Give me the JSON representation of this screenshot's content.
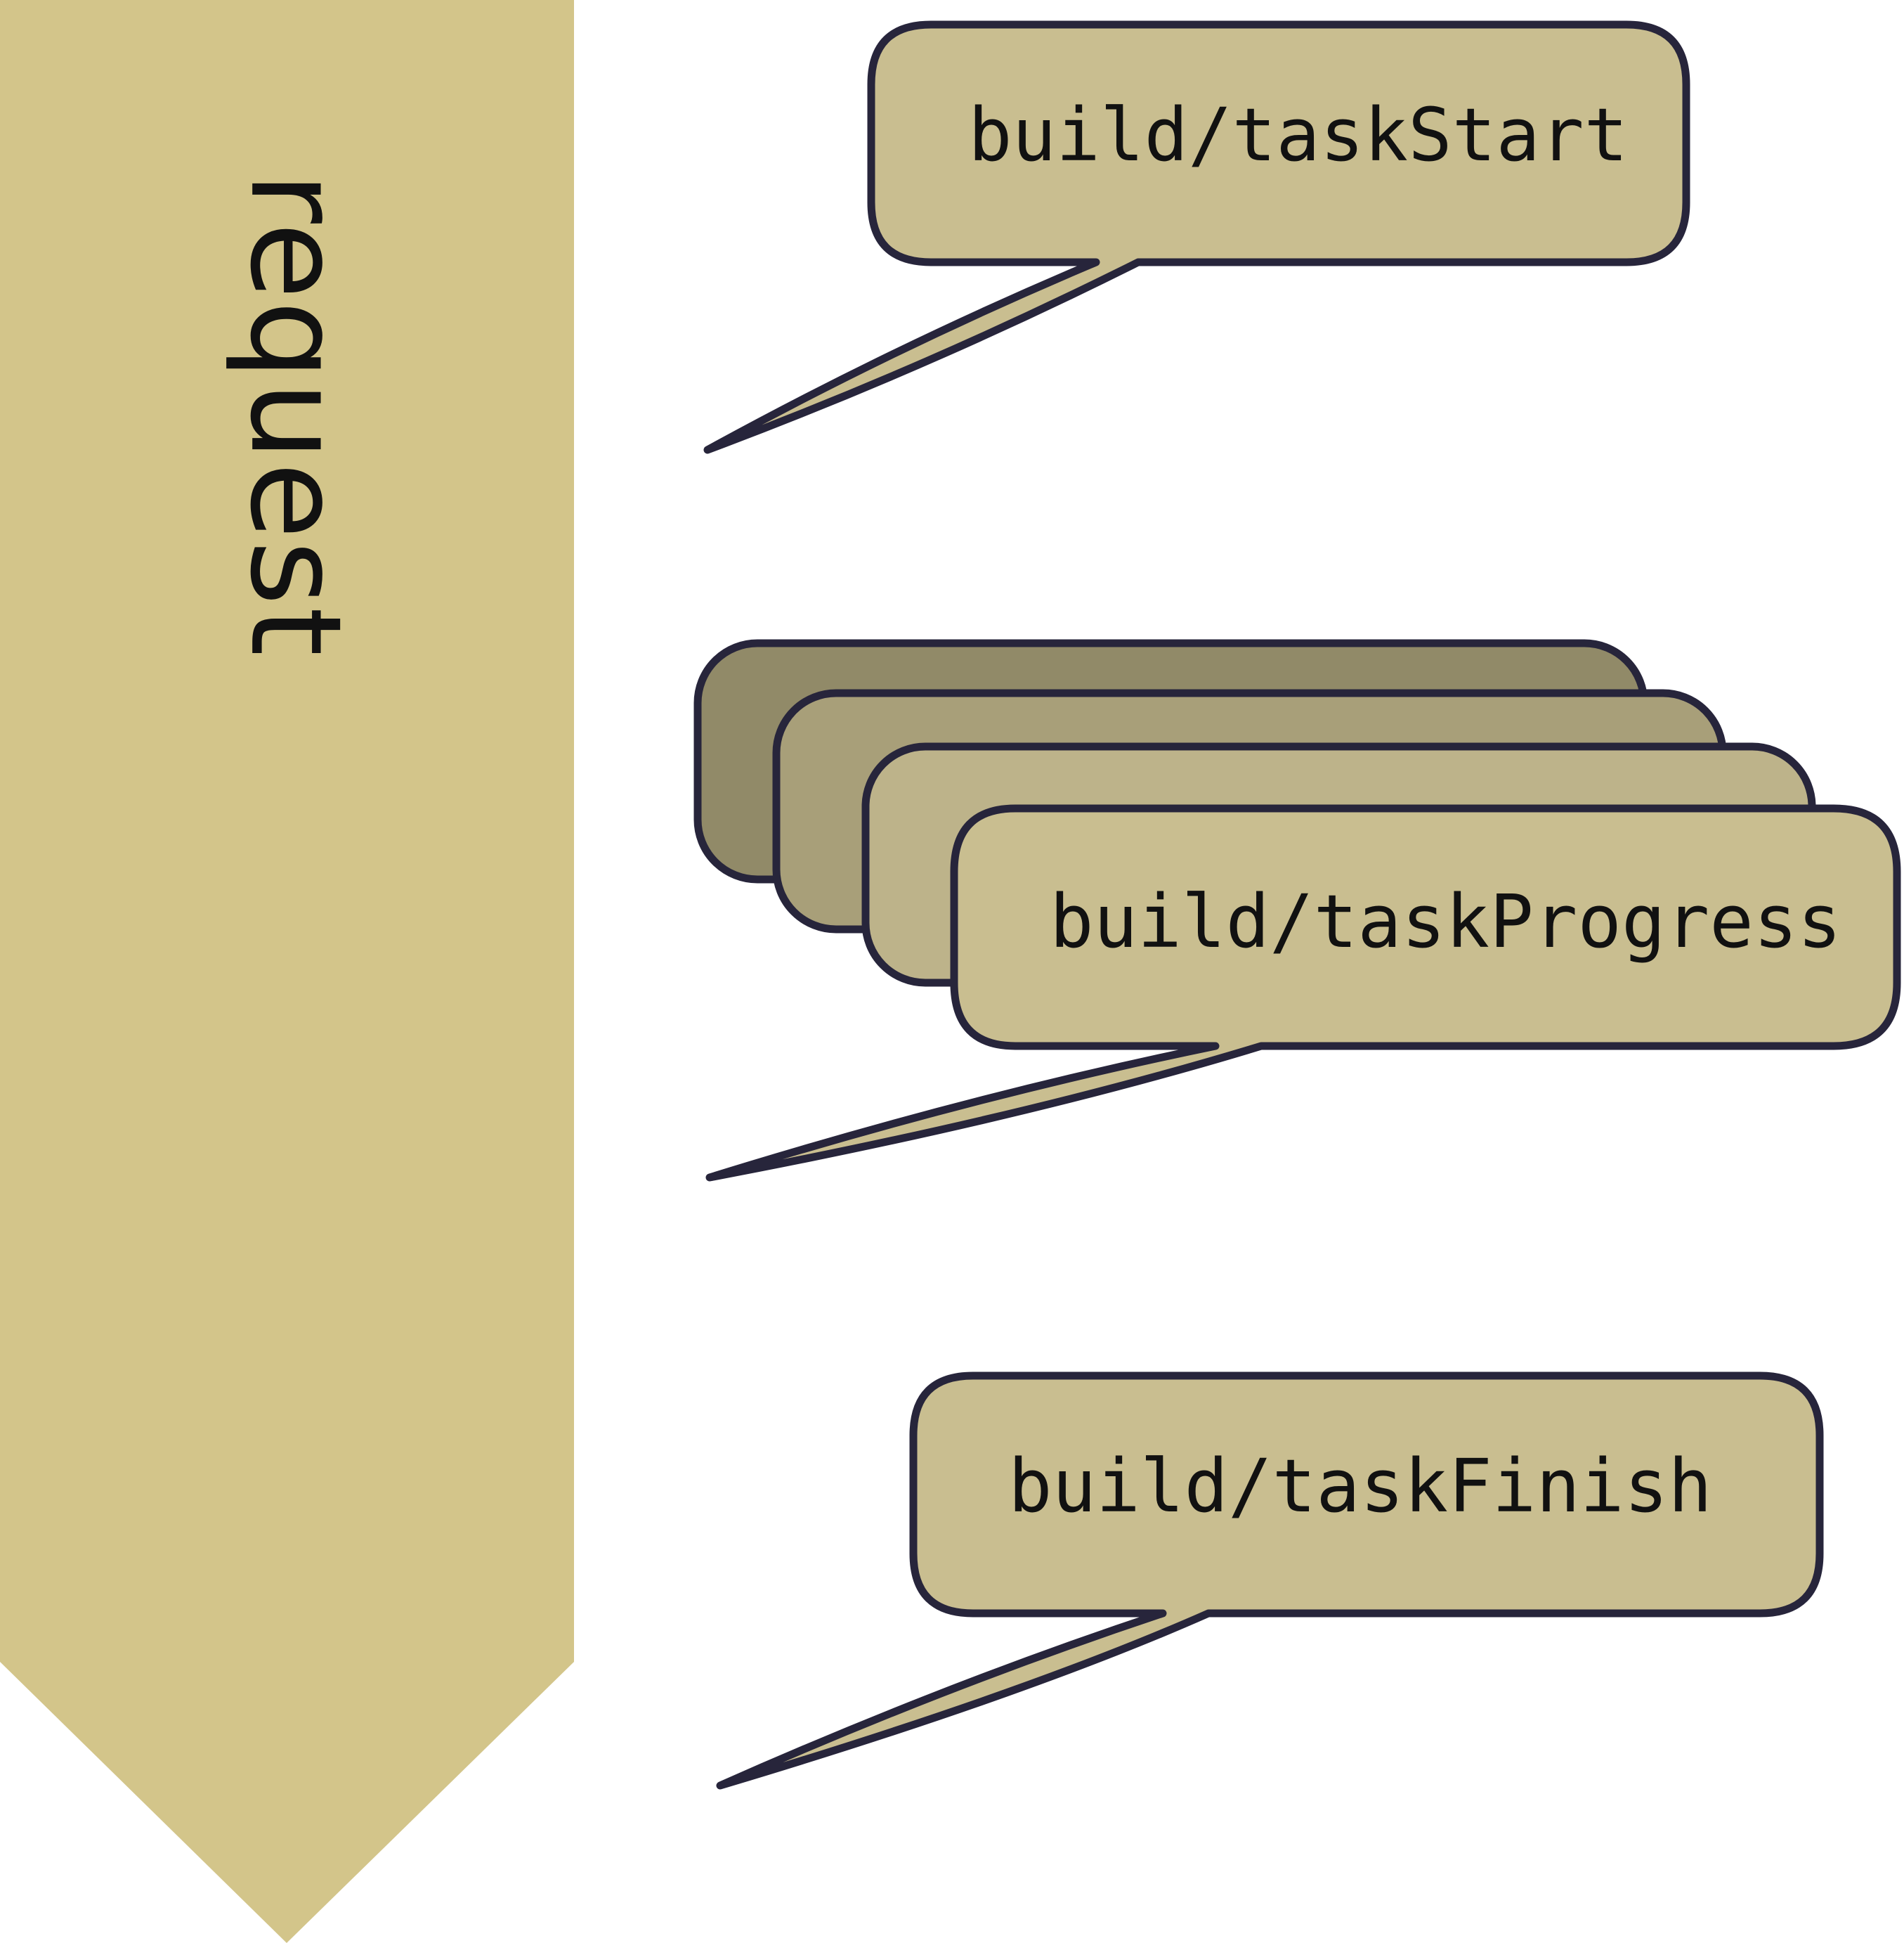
{
  "colors": {
    "background": "#ffffff",
    "arrow_fill": "#d3c58a",
    "bubble_fill": "#c9be90",
    "bubble_stack_back": "#918a68",
    "bubble_stack_middle": "#a89f79",
    "bubble_stack_front": "#bdb38a",
    "outline": "#27253b",
    "text": "#111111"
  },
  "arrow": {
    "label": "request"
  },
  "messages": {
    "task_start": {
      "label": "build/taskStart"
    },
    "task_progress": {
      "label": "build/taskProgress"
    },
    "task_finish": {
      "label": "build/taskFinish"
    }
  }
}
